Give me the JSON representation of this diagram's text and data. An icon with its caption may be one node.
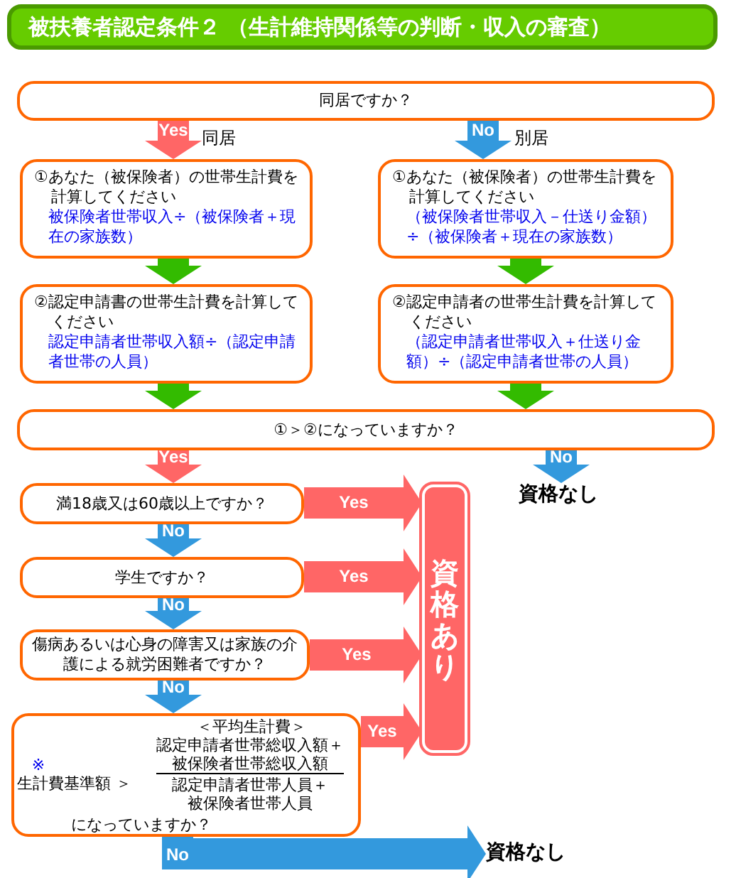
{
  "diagram": {
    "title": "被扶養者認定条件２ （生計維持関係等の判断・収入の審査）",
    "nodes": [
      {
        "text": [
          "同居ですか？"
        ]
      },
      {
        "text": [
          "①あなた（被保険者）の世帯生計費を計算してください",
          "被保険者世帯収入÷（被保険者＋現在の家族数）"
        ]
      },
      {
        "text": [
          "①あなた（被保険者）の世帯生計費を計算してください",
          "（被保険者世帯収入－仕送り金額）÷（被保険者＋現在の家族数）"
        ]
      },
      {
        "text": [
          "②認定申請書の世帯生計費を計算してください",
          "認定申請者世帯収入額÷（認定申請者世帯の人員）"
        ]
      },
      {
        "text": [
          "②認定申請者の世帯生計費を計算してください",
          "（認定申請者世帯収入＋仕送り金額）÷（認定申請者世帯の人員）"
        ]
      },
      {
        "text": [
          "①＞②になっていますか？"
        ]
      },
      {
        "text": [
          "資格なし"
        ]
      },
      {
        "text": [
          "満18歳又は60歳以上ですか？"
        ]
      },
      {
        "text": [
          "学生ですか？"
        ]
      },
      {
        "text": [
          "傷病あるいは心身の障害又は家族の介護による就労困難者ですか？"
        ]
      },
      {
        "text": [
          "※",
          "生計費基準額 ＞",
          "＜平均生計費＞",
          "認定申請者世帯総収入額＋被保険者世帯総収入額",
          "認定申請者世帯人員＋被保険者世帯人員",
          "になっていますか？"
        ]
      },
      {
        "text": [
          "資格あり"
        ]
      },
      {
        "text": [
          "資格なし"
        ]
      }
    ],
    "edges": [
      {
        "from": 0,
        "to": 1,
        "arrow": "to",
        "label": "Yes",
        "color": "#ff6666"
      },
      {
        "from": 0,
        "to": 2,
        "arrow": "to",
        "label": "No",
        "color": "#3399dd"
      },
      {
        "from": 1,
        "to": 3,
        "arrow": "to",
        "color": "#33bb00"
      },
      {
        "from": 2,
        "to": 4,
        "arrow": "to",
        "color": "#33bb00"
      },
      {
        "from": 3,
        "to": 5,
        "arrow": "to",
        "color": "#33bb00"
      },
      {
        "from": 4,
        "to": 5,
        "arrow": "to",
        "color": "#33bb00"
      },
      {
        "from": 5,
        "to": 7,
        "arrow": "to",
        "label": "Yes",
        "color": "#ff6666"
      },
      {
        "from": 5,
        "to": 6,
        "arrow": "to",
        "label": "No",
        "color": "#3399dd"
      },
      {
        "from": 7,
        "to": 11,
        "arrow": "to",
        "label": "Yes",
        "color": "#ff6666"
      },
      {
        "from": 7,
        "to": 8,
        "arrow": "to",
        "label": "No",
        "color": "#3399dd"
      },
      {
        "from": 8,
        "to": 11,
        "arrow": "to",
        "label": "Yes",
        "color": "#ff6666"
      },
      {
        "from": 8,
        "to": 9,
        "arrow": "to",
        "label": "No",
        "color": "#3399dd"
      },
      {
        "from": 9,
        "to": 11,
        "arrow": "to",
        "label": "Yes",
        "color": "#ff6666"
      },
      {
        "from": 9,
        "to": 10,
        "arrow": "to",
        "label": "No",
        "color": "#3399dd"
      },
      {
        "from": 10,
        "to": 11,
        "arrow": "to",
        "label": "Yes",
        "color": "#ff6666"
      },
      {
        "from": 10,
        "to": 12,
        "arrow": "to",
        "label": "No",
        "color": "#3399dd"
      }
    ],
    "labels": [
      "同居",
      "別居"
    ]
  }
}
